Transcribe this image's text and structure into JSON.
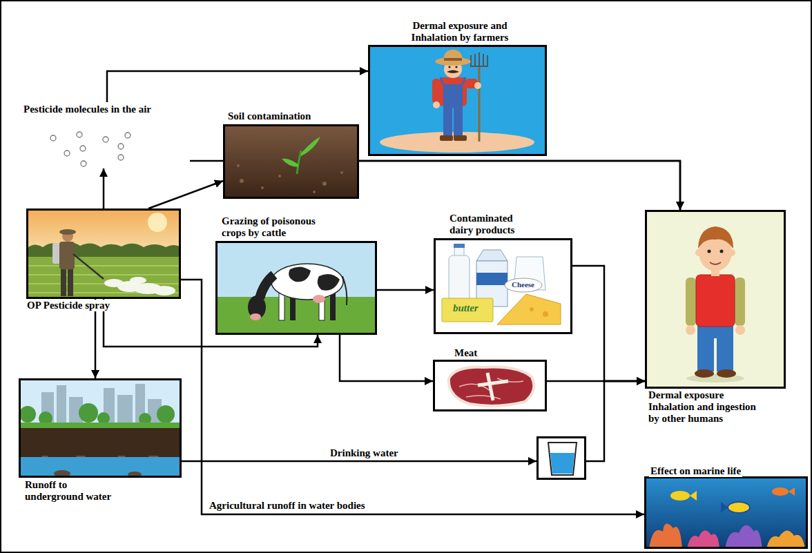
{
  "diagram": {
    "nodes": [
      {
        "text": [
          "Dermal exposure and Inhalation by farmers"
        ]
      },
      {
        "text": [
          "Pesticide molecules in the air"
        ]
      },
      {
        "text": [
          "Soil contamination"
        ]
      },
      {
        "text": [
          "OP Pesticide spray"
        ]
      },
      {
        "text": [
          "Grazing of poisonous crops by cattle"
        ]
      },
      {
        "text": [
          "Contaminated dairy products"
        ]
      },
      {
        "text": [
          "Dermal exposure Inhalation and ingestion by other humans"
        ]
      },
      {
        "text": [
          "Meat"
        ]
      },
      {
        "text": [
          "Runoff to underground water"
        ]
      },
      {
        "text": [
          "Drinking water"
        ]
      },
      {
        "text": [
          "Effect on marine life"
        ]
      }
    ],
    "edges": [
      {
        "from": 3,
        "to": 1,
        "arrow": "to"
      },
      {
        "from": 1,
        "to": 0,
        "arrow": "to"
      },
      {
        "from": 3,
        "to": 2,
        "arrow": "to"
      },
      {
        "from": 1,
        "to": 6,
        "arrow": "to"
      },
      {
        "from": 2,
        "to": 6,
        "arrow": "to"
      },
      {
        "from": 3,
        "to": 4,
        "arrow": "to"
      },
      {
        "from": 3,
        "to": 8,
        "arrow": "to"
      },
      {
        "from": 3,
        "to": 10,
        "label": "Agricultural runoff in water bodies",
        "arrow": "to"
      },
      {
        "from": 4,
        "to": 5,
        "arrow": "to"
      },
      {
        "from": 4,
        "to": 7,
        "arrow": "to"
      },
      {
        "from": 5,
        "to": 6,
        "arrow": "to"
      },
      {
        "from": 7,
        "to": 6,
        "arrow": "to"
      },
      {
        "from": 8,
        "to": 9,
        "arrow": "to"
      },
      {
        "from": 9,
        "to": 6,
        "arrow": "to"
      }
    ],
    "labels": [
      "Cheese",
      "butter"
    ]
  }
}
